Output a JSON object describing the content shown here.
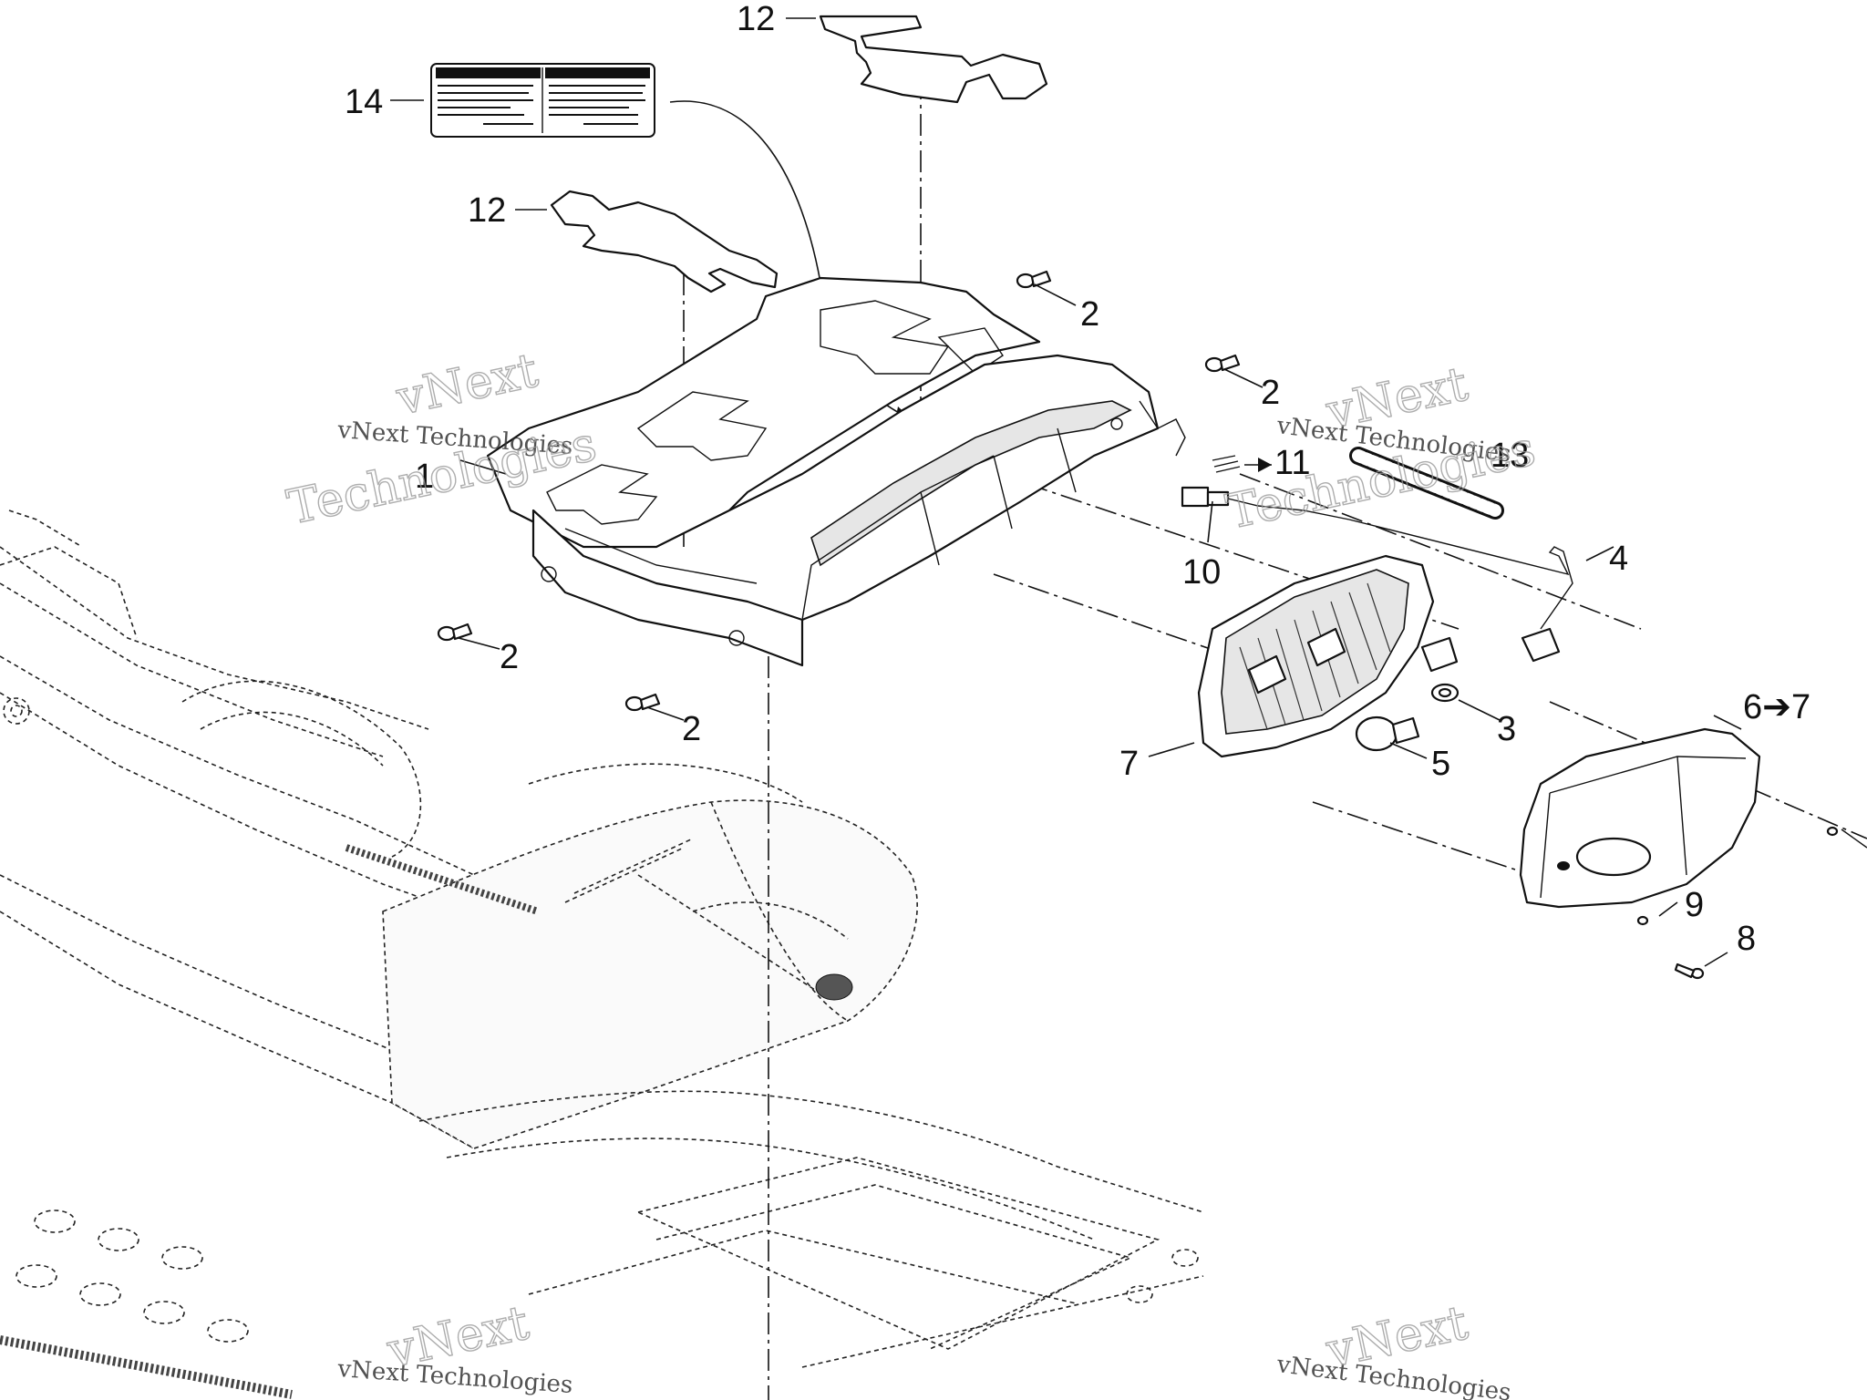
{
  "callouts": {
    "c1": "1",
    "c2a": "2",
    "c2b": "2",
    "c2c": "2",
    "c2d": "2",
    "c3": "3",
    "c4": "4",
    "c5": "5",
    "c6": "6➔7",
    "c7": "7",
    "c8": "8",
    "c9": "9",
    "c10": "10",
    "c11": "11",
    "c12a": "12",
    "c12b": "12",
    "c13": "13",
    "c14": "14"
  },
  "watermark": {
    "line1": "vNext Technologies",
    "big1": "vNext",
    "big2": "Technologies"
  },
  "colors": {
    "ink": "#111111",
    "background": "#ffffff"
  }
}
